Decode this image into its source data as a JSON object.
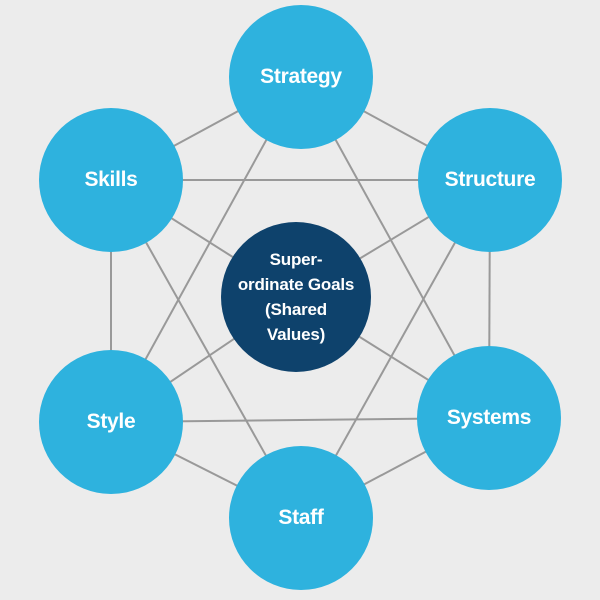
{
  "colors": {
    "background": "#ececec",
    "outer_node": "#2eb2de",
    "center_node": "#0e426c",
    "link": "#999999",
    "text": "#ffffff"
  },
  "center": {
    "lines": [
      "Super-",
      "ordinate Goals",
      "(Shared",
      "Values)"
    ]
  },
  "nodes": {
    "strategy": "Strategy",
    "structure": "Structure",
    "systems": "Systems",
    "staff": "Staff",
    "style": "Style",
    "skills": "Skills"
  }
}
